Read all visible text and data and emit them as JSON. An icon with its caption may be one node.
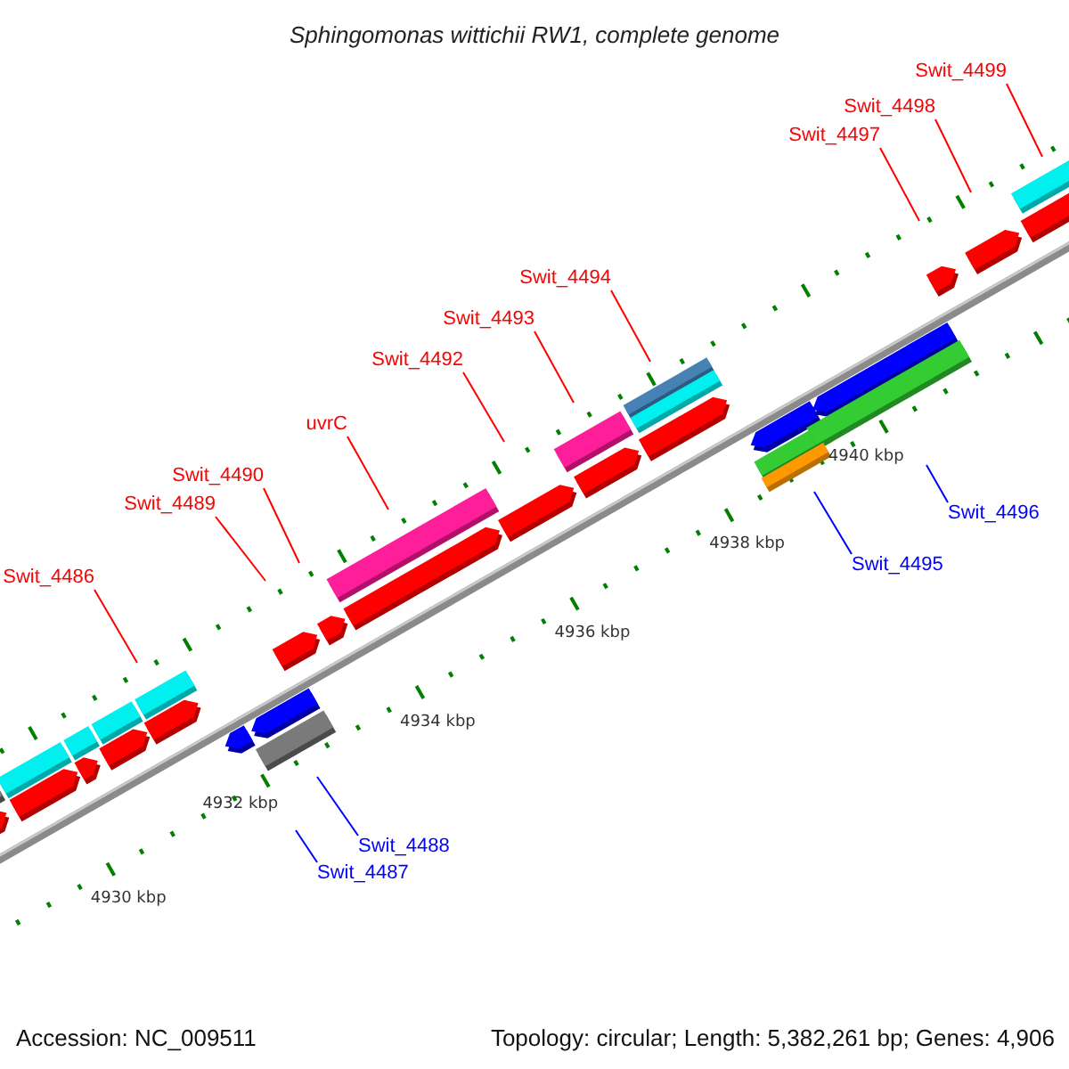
{
  "diagram": {
    "title": "Sphingomonas wittichii RW1, complete genome",
    "nodes": [
      {
        "text": [
          "Swit_4499"
        ]
      },
      {
        "text": [
          "Swit_4498"
        ]
      },
      {
        "text": [
          "Swit_4497"
        ]
      },
      {
        "text": [
          "Swit_4494"
        ]
      },
      {
        "text": [
          "Swit_4493"
        ]
      },
      {
        "text": [
          "Swit_4492"
        ]
      },
      {
        "text": [
          "uvrC"
        ]
      },
      {
        "text": [
          "Swit_4490"
        ]
      },
      {
        "text": [
          "Swit_4489"
        ]
      },
      {
        "text": [
          "Swit_4496"
        ]
      },
      {
        "text": [
          "Swit_4495"
        ]
      },
      {
        "text": [
          "Swit_4486"
        ]
      },
      {
        "text": [
          "Swit_4488"
        ]
      },
      {
        "text": [
          "Swit_4487"
        ]
      }
    ],
    "edges": [
      {
        "from": 0,
        "to": null,
        "arrow": "none"
      },
      {
        "from": 1,
        "to": null,
        "arrow": "none"
      },
      {
        "from": 2,
        "to": null,
        "arrow": "none"
      },
      {
        "from": 3,
        "to": null,
        "arrow": "none"
      },
      {
        "from": 4,
        "to": null,
        "arrow": "none"
      },
      {
        "from": 5,
        "to": null,
        "arrow": "none"
      },
      {
        "from": 6,
        "to": null,
        "arrow": "none"
      },
      {
        "from": 7,
        "to": null,
        "arrow": "none"
      },
      {
        "from": 8,
        "to": null,
        "arrow": "none"
      },
      {
        "from": 9,
        "to": null,
        "arrow": "none",
        "color": "#0000ff"
      },
      {
        "from": 10,
        "to": null,
        "arrow": "none",
        "color": "#0000ff"
      },
      {
        "from": 11,
        "to": null,
        "arrow": "none"
      },
      {
        "from": 12,
        "to": null,
        "arrow": "none",
        "color": "#0000ff"
      },
      {
        "from": 13,
        "to": null,
        "arrow": "none",
        "color": "#0000ff"
      }
    ],
    "labels": [
      "4940 kbp",
      "4938 kbp",
      "4936 kbp",
      "4934 kbp",
      "4932 kbp",
      "4930 kbp",
      "Accession: NC_009511",
      "Topology: circular; Length: 5,382,261 bp; Genes: 4,906"
    ]
  }
}
